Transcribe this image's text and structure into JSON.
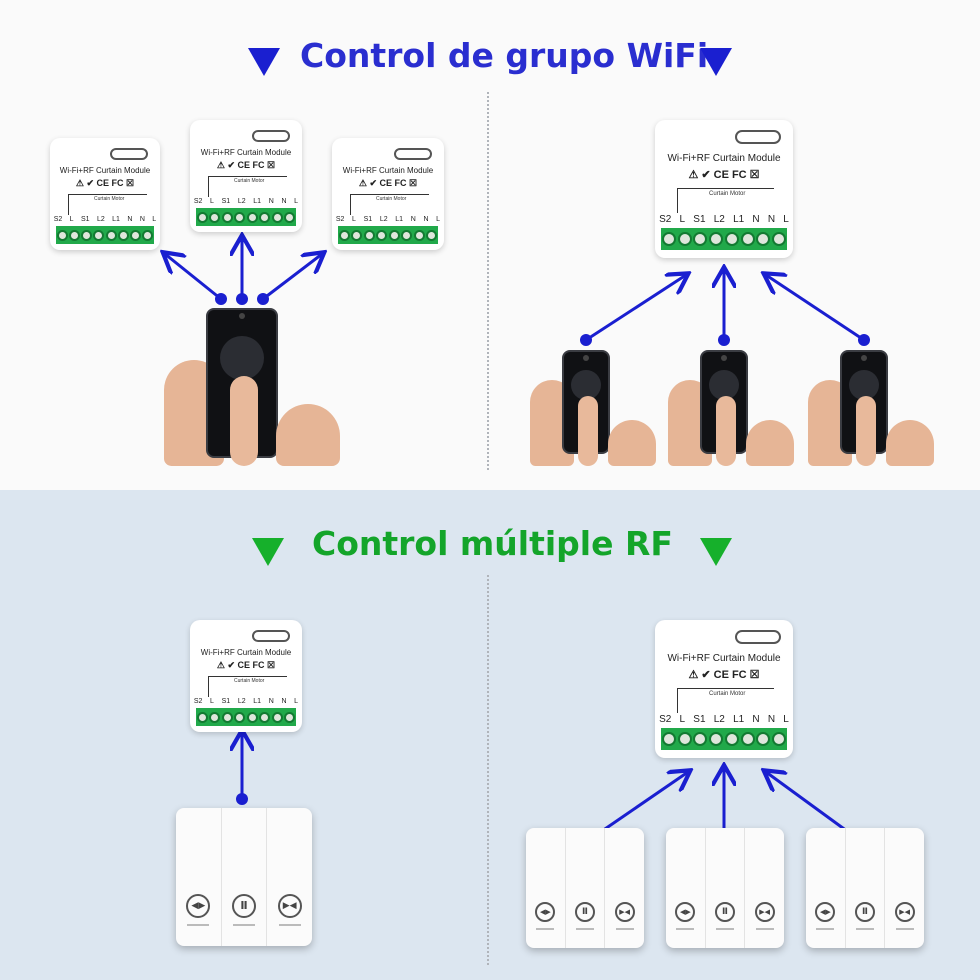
{
  "sections": {
    "wifi": {
      "title": "Control de grupo WiFi",
      "color": "#2a2ed0"
    },
    "rf": {
      "title": "Control múltiple RF",
      "color": "#14a52a"
    }
  },
  "module": {
    "title": "Wi-Fi+RF Curtain Module",
    "certifications": "⚠ ✔ CE FC ☒",
    "motor_label": "Curtain Motor",
    "pins": [
      "S2",
      "L",
      "S1",
      "L2",
      "L1",
      "N",
      "N",
      "L"
    ]
  },
  "switch": {
    "icons": [
      "◀▶",
      "Ⅱ",
      "▶◀"
    ]
  },
  "colors": {
    "arrow": "#1a1fd0",
    "terminal": "#21a94a",
    "top_bg": "#fafafa",
    "bottom_bg": "#dce6f0"
  }
}
